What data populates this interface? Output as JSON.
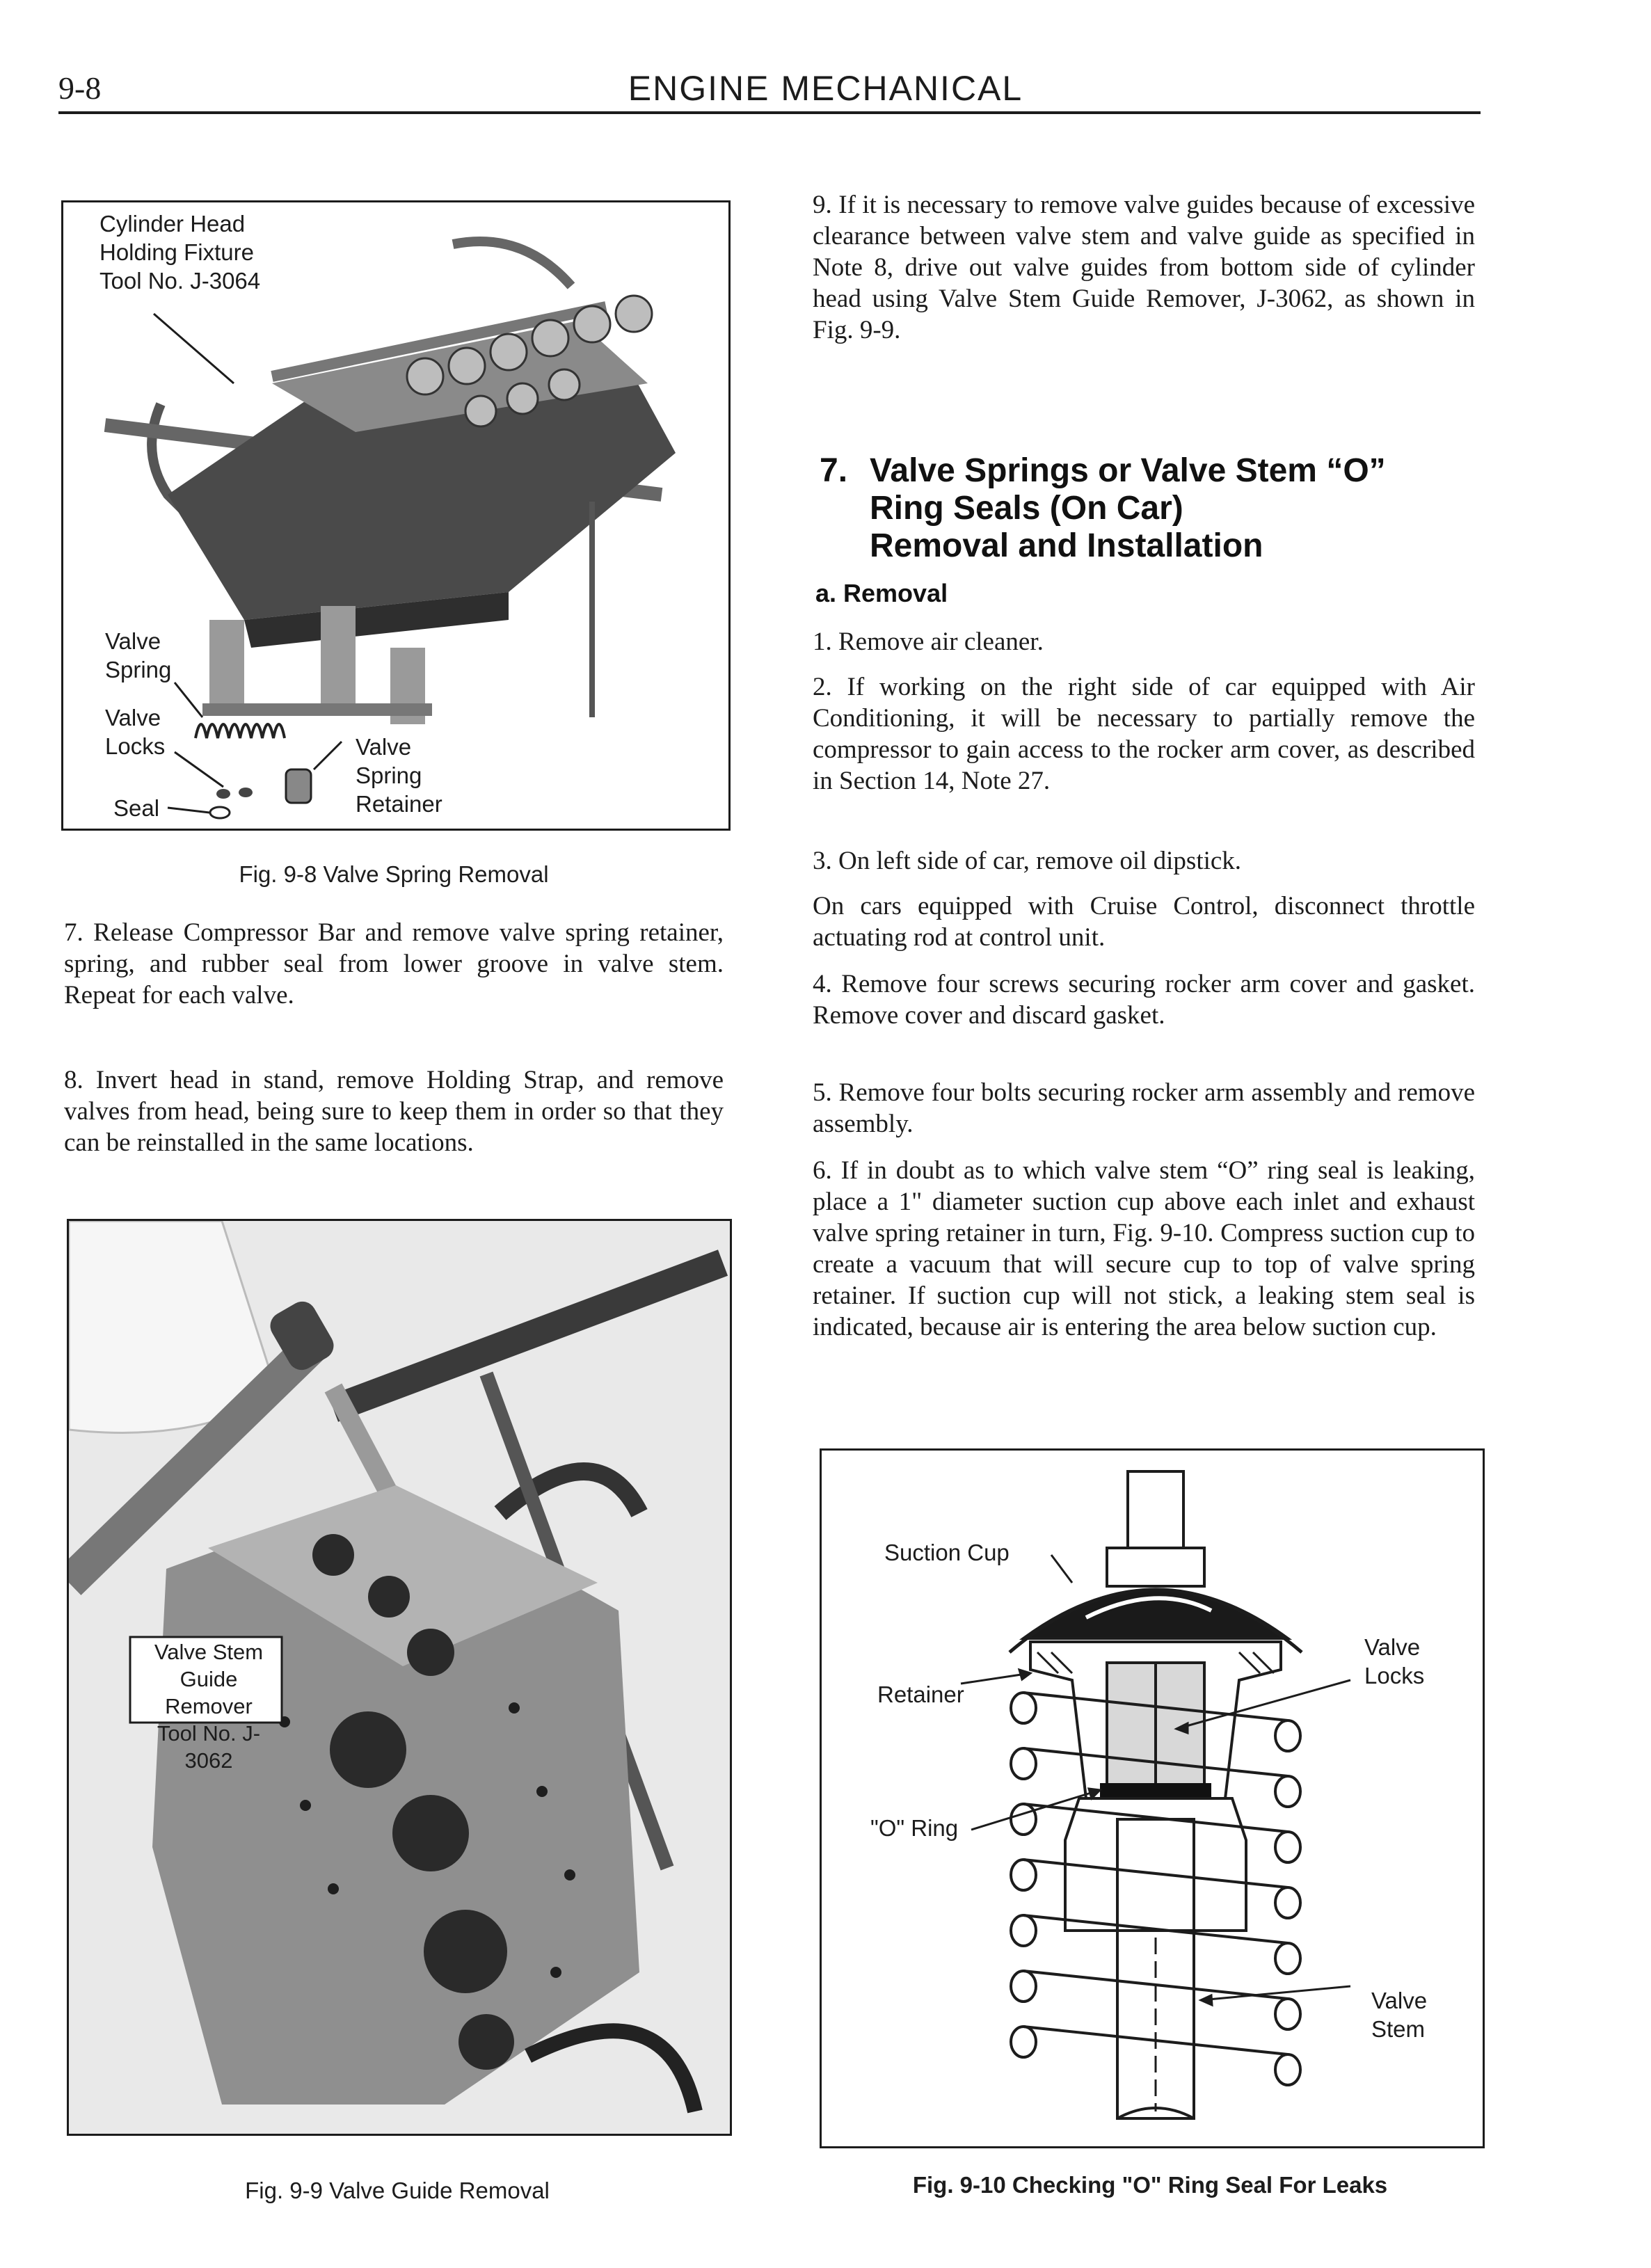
{
  "header": {
    "page_number": "9-8",
    "title": "ENGINE MECHANICAL"
  },
  "fig_9_8": {
    "labels": {
      "fixture": "Cylinder Head\nHolding Fixture\nTool No. J-3064",
      "spring": "Valve\nSpring",
      "locks": "Valve\nLocks",
      "seal": "Seal",
      "retainer": "Valve\nSpring\nRetainer"
    },
    "caption": "Fig. 9-8 Valve Spring Removal"
  },
  "fig_9_9": {
    "labels": {
      "remover": "Valve Stem\nGuide Remover\nTool No. J-3062"
    },
    "caption": "Fig. 9-9 Valve Guide Removal"
  },
  "fig_9_10": {
    "labels": {
      "suction_cup": "Suction Cup",
      "retainer": "Retainer",
      "o_ring": "\"O\" Ring",
      "valve_locks": "Valve\nLocks",
      "valve_stem": "Valve\nStem"
    },
    "caption": "Fig. 9-10 Checking \"O\" Ring Seal For Leaks"
  },
  "left_column": {
    "p7": "7. Release Compressor Bar and remove valve spring retainer, spring, and rubber seal from lower groove in valve stem. Repeat for each valve.",
    "p8": "8. Invert head in stand, remove Holding Strap, and remove valves from head, being sure to keep them in order so that they can be reinstalled in the same locations."
  },
  "right_column": {
    "p9": "9. If it is necessary to remove valve guides because of excessive clearance between valve stem and valve guide as specified in Note 8, drive out valve guides from bottom side of cylinder head using Valve Stem Guide Remover, J-3062, as shown in Fig. 9-9.",
    "section_number": "7.",
    "section_title": "Valve Springs or Valve Stem “O”\nRing Seals (On Car)\nRemoval and Installation",
    "subsection": "a. Removal",
    "r1": "1. Remove air cleaner.",
    "r2": "2. If working on the right side of car equipped with Air Conditioning, it will be necessary to partially remove the compressor to gain access to the rocker arm cover, as described in Section 14, Note 27.",
    "r3": "3. On left side of car, remove oil dipstick.",
    "r3b": "On cars equipped with Cruise Control, disconnect throttle actuating rod at control unit.",
    "r4": "4. Remove four screws securing rocker arm cover and gasket. Remove cover and discard gasket.",
    "r5": "5. Remove four bolts securing rocker arm assembly and remove assembly.",
    "r6": "6. If in doubt as to which valve stem “O” ring seal is leaking, place a 1\" diameter suction cup above each inlet and exhaust valve spring retainer in turn, Fig. 9-10. Compress suction cup to create a vacuum that will secure cup to top of valve spring retainer. If suction cup will not stick, a leaking stem seal is indicated, because air is entering the area below suction cup."
  }
}
